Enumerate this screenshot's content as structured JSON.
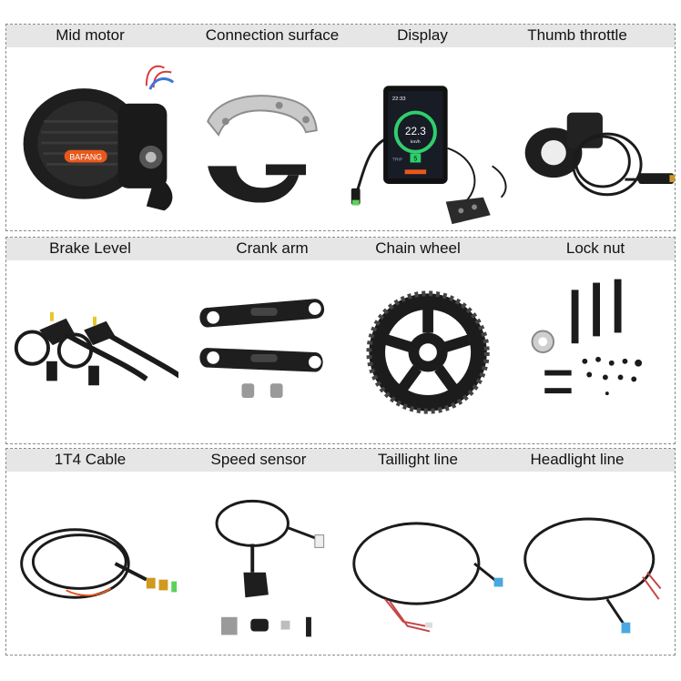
{
  "rows": [
    {
      "items": [
        {
          "label": "Mid motor",
          "icon": "mid-motor"
        },
        {
          "label": "Connection surface",
          "icon": "connection-surface"
        },
        {
          "label": "Display",
          "icon": "display"
        },
        {
          "label": "Thumb throttle",
          "icon": "thumb-throttle"
        }
      ]
    },
    {
      "items": [
        {
          "label": "Brake Level",
          "icon": "brake-lever"
        },
        {
          "label": "Crank arm",
          "icon": "crank-arm"
        },
        {
          "label": "Chain wheel",
          "icon": "chain-wheel"
        },
        {
          "label": "Lock nut",
          "icon": "lock-nut"
        }
      ]
    },
    {
      "items": [
        {
          "label": "1T4 Cable",
          "icon": "cable"
        },
        {
          "label": "Speed sensor",
          "icon": "speed-sensor"
        },
        {
          "label": "Taillight line",
          "icon": "taillight-line"
        },
        {
          "label": "Headlight line",
          "icon": "headlight-line"
        }
      ]
    }
  ],
  "brand_text": "BAFANG",
  "display": {
    "time": "22:33",
    "speed": "22.3",
    "unit": "km/h",
    "level": "5",
    "mode": "TRIP"
  },
  "colors": {
    "accent": "#e8581c",
    "dark": "#1b1b1b",
    "panel_head": "#e6e6e6"
  }
}
